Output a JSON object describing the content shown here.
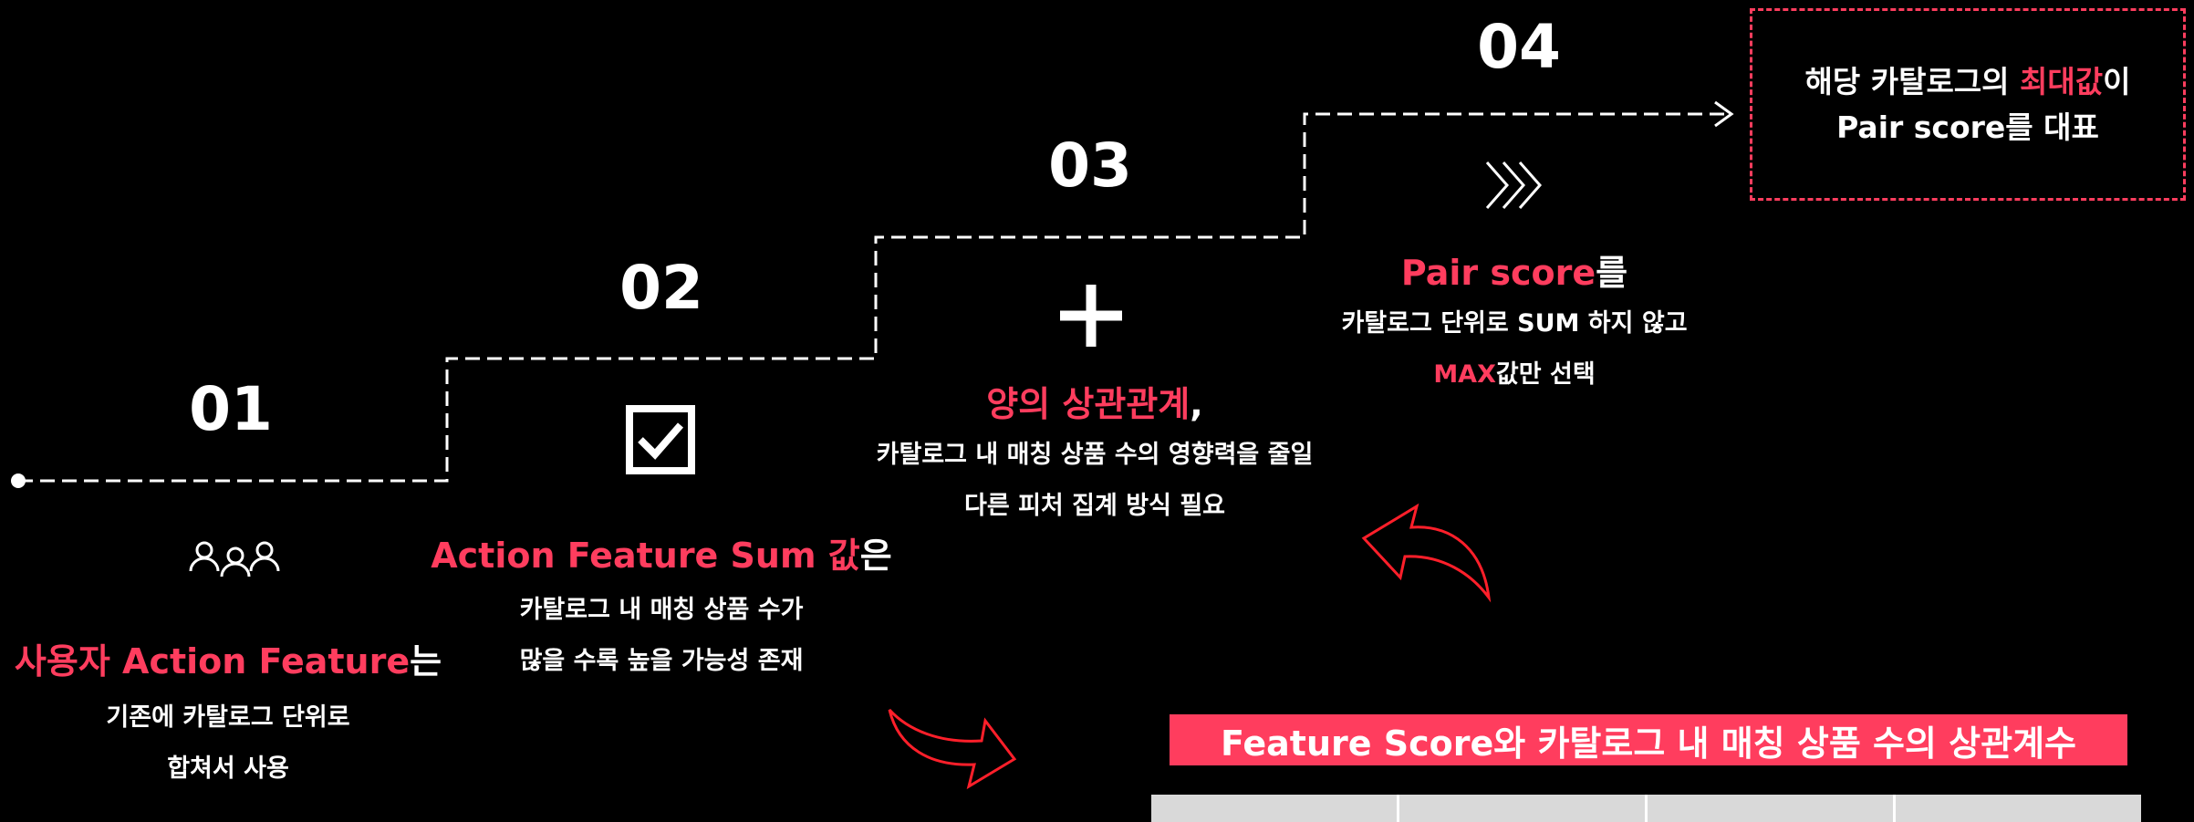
{
  "steps": [
    {
      "number": "01",
      "icon": "people-icon",
      "heading_pink": "사용자 Action Feature",
      "heading_white": "는",
      "lines": [
        "기존에 카탈로그 단위로",
        "합쳐서 사용"
      ]
    },
    {
      "number": "02",
      "icon": "checkbox-icon",
      "heading_pink": "Action Feature Sum 값",
      "heading_white": "은",
      "lines": [
        "카탈로그 내 매칭 상품 수가",
        "많을 수록 높을 가능성 존재"
      ]
    },
    {
      "number": "03",
      "icon": "plus-icon",
      "heading_pink": "양의 상관관계",
      "heading_white": ",",
      "lines": [
        "카탈로그 내 매칭 상품 수의 영향력을 줄일",
        "다른 피처 집계 방식 필요"
      ]
    },
    {
      "number": "04",
      "icon": "chevrons-right-icon",
      "heading_pink": "Pair score",
      "heading_white": "를",
      "line1": "카탈로그 단위로 SUM 하지 않고",
      "line2_pink": "MAX",
      "line2_white": "값만 선택"
    }
  ],
  "callout": {
    "line1_pre": "해당 카탈로그의 ",
    "line1_pink": "최대값",
    "line1_post": "이",
    "line2": "Pair score를 대표"
  },
  "table_title": "Feature Score와 카탈로그 내 매칭 상품 수의 상관계수",
  "colors": {
    "accent": "#ff3d5e",
    "background": "#000000",
    "text": "#ffffff",
    "table": "#d9d9d9"
  }
}
